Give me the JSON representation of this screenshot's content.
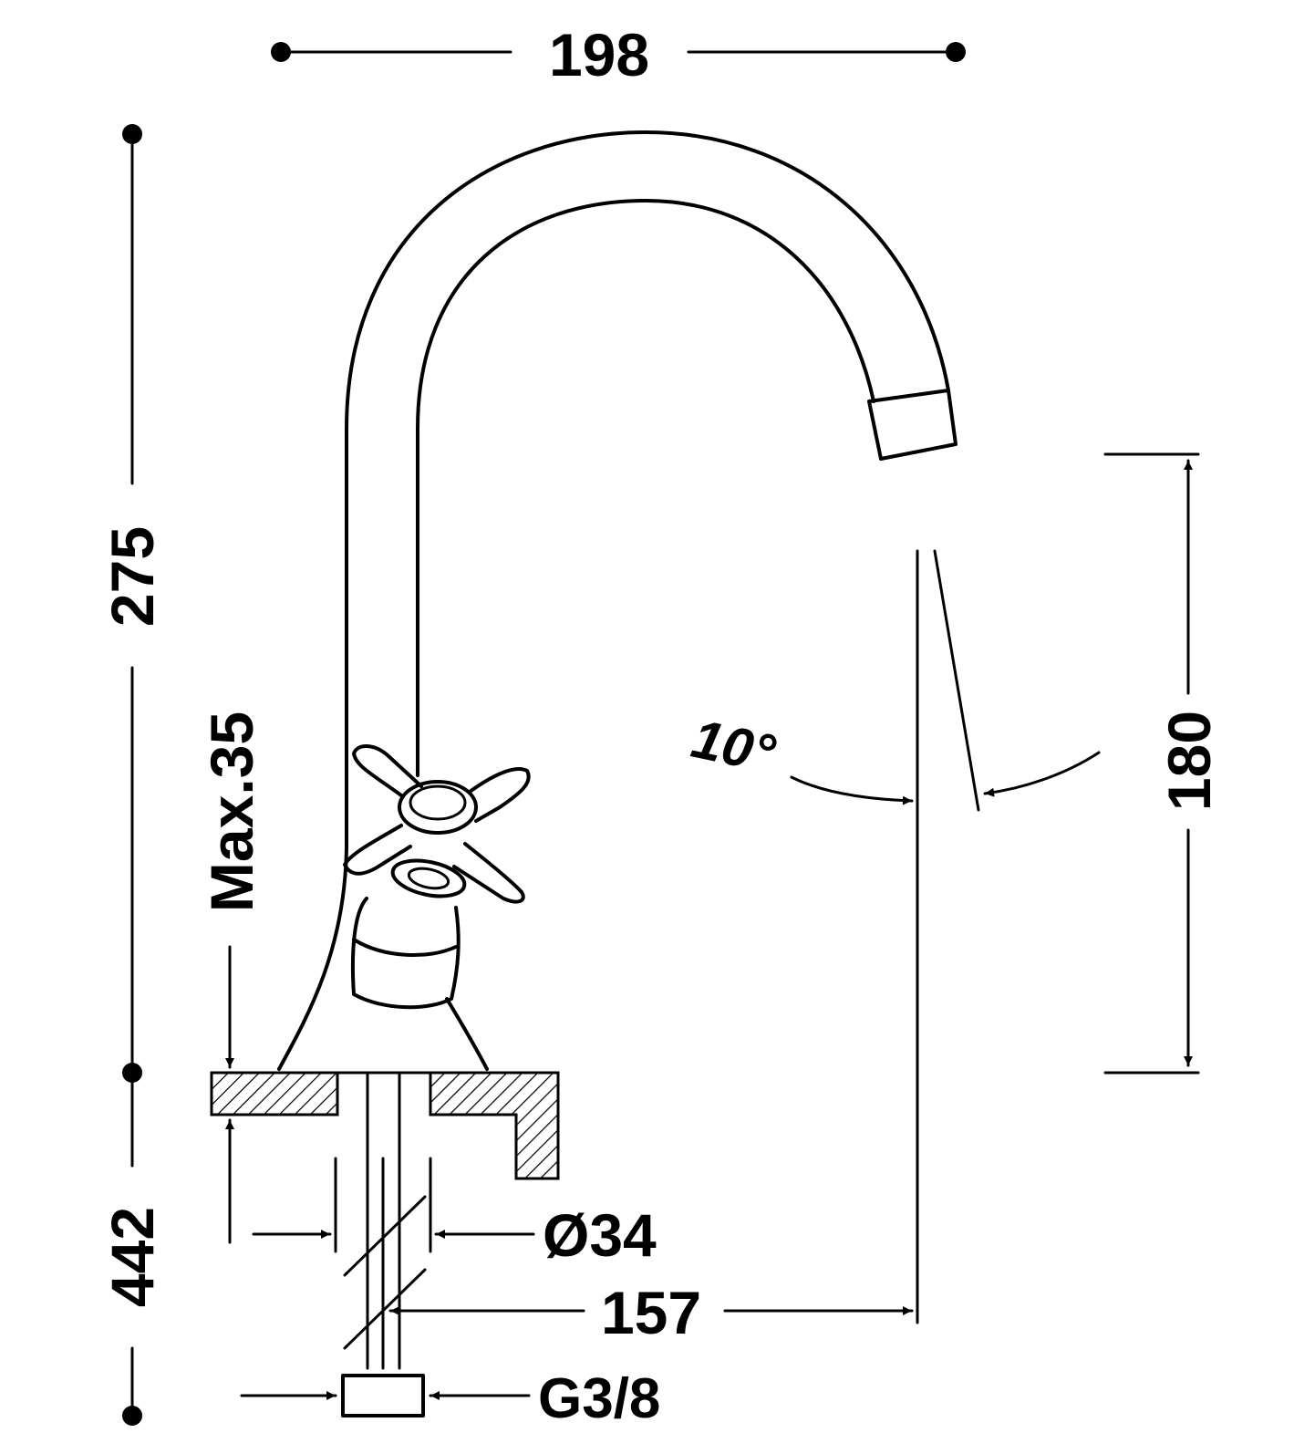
{
  "dimensions": {
    "overall_width": "198",
    "overall_height": "275",
    "deck_thickness": "Max.35",
    "spout_clearance": "180",
    "swivel_angle": "10°",
    "shank_diameter": "Ø34",
    "reach": "157",
    "hose_length": "442",
    "connection": "G3/8"
  }
}
